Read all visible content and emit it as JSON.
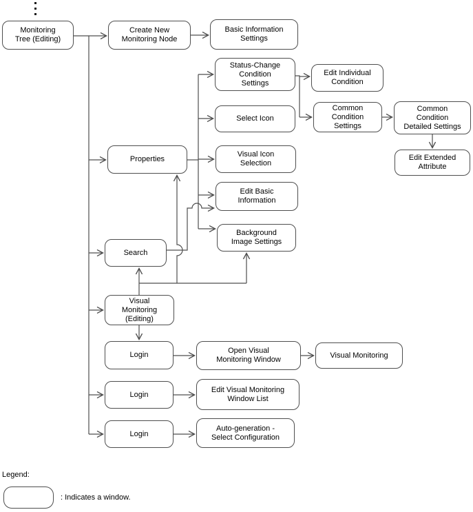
{
  "diagram": {
    "continuation_indicator": "vertical-ellipsis",
    "nodes": {
      "monitoring_tree": {
        "label": "Monitoring\nTree (Editing)"
      },
      "create_new_node": {
        "label": "Create New\nMonitoring Node"
      },
      "basic_information_settings": {
        "label": "Basic Information\nSettings"
      },
      "status_change_condition_settings": {
        "label": "Status-Change\nCondition\nSettings"
      },
      "select_icon": {
        "label": "Select Icon"
      },
      "edit_individual_condition": {
        "label": "Edit Individual\nCondition"
      },
      "common_condition_settings": {
        "label": "Common\nCondition\nSettings"
      },
      "common_condition_detailed_settings": {
        "label": "Common\nCondition\nDetailed Settings"
      },
      "edit_extended_attribute": {
        "label": "Edit Extended\nAttribute"
      },
      "visual_icon_selection": {
        "label": "Visual Icon\nSelection"
      },
      "edit_basic_information": {
        "label": "Edit Basic\nInformation"
      },
      "background_image_settings": {
        "label": "Background\nImage Settings"
      },
      "properties": {
        "label": "Properties"
      },
      "search": {
        "label": "Search"
      },
      "visual_monitoring_editing": {
        "label": "Visual\nMonitoring\n(Editing)"
      },
      "login_1": {
        "label": "Login"
      },
      "open_visual_monitoring_window": {
        "label": "Open Visual\nMonitoring Window"
      },
      "visual_monitoring": {
        "label": "Visual Monitoring"
      },
      "login_2": {
        "label": "Login"
      },
      "edit_visual_monitoring_window_list": {
        "label": "Edit Visual Monitoring\nWindow List"
      },
      "login_3": {
        "label": "Login"
      },
      "auto_generation_select_configuration": {
        "label": "Auto-generation -\nSelect Configuration"
      }
    },
    "legend": {
      "title": "Legend:",
      "window_note": ": Indicates a window."
    },
    "colors": {
      "line": "#4d4d4d",
      "box_border": "#4d4d4d",
      "box_fill": "#ffffff",
      "text": "#000000",
      "background": "#ffffff"
    }
  }
}
